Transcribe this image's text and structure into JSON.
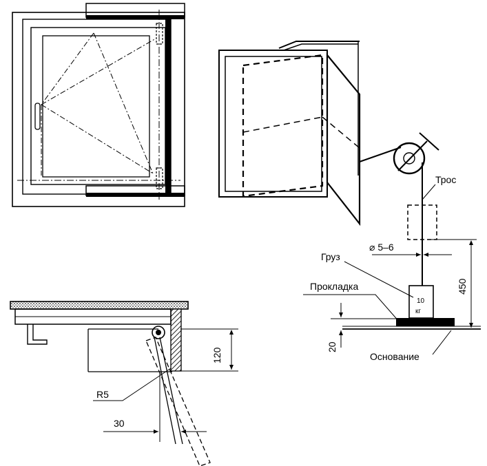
{
  "labels": {
    "cable": "Трос",
    "diameter": "⌀ 5–6",
    "weight": "Груз",
    "weight_mass": "10",
    "weight_unit": "кг",
    "gasket": "Прокладка",
    "base": "Основание",
    "height_450": "450",
    "height_20": "20",
    "offset_120": "120",
    "radius": "R5",
    "offset_30": "30"
  },
  "colors": {
    "ink": "#000000",
    "hatch": "#333333",
    "background": "#ffffff"
  }
}
